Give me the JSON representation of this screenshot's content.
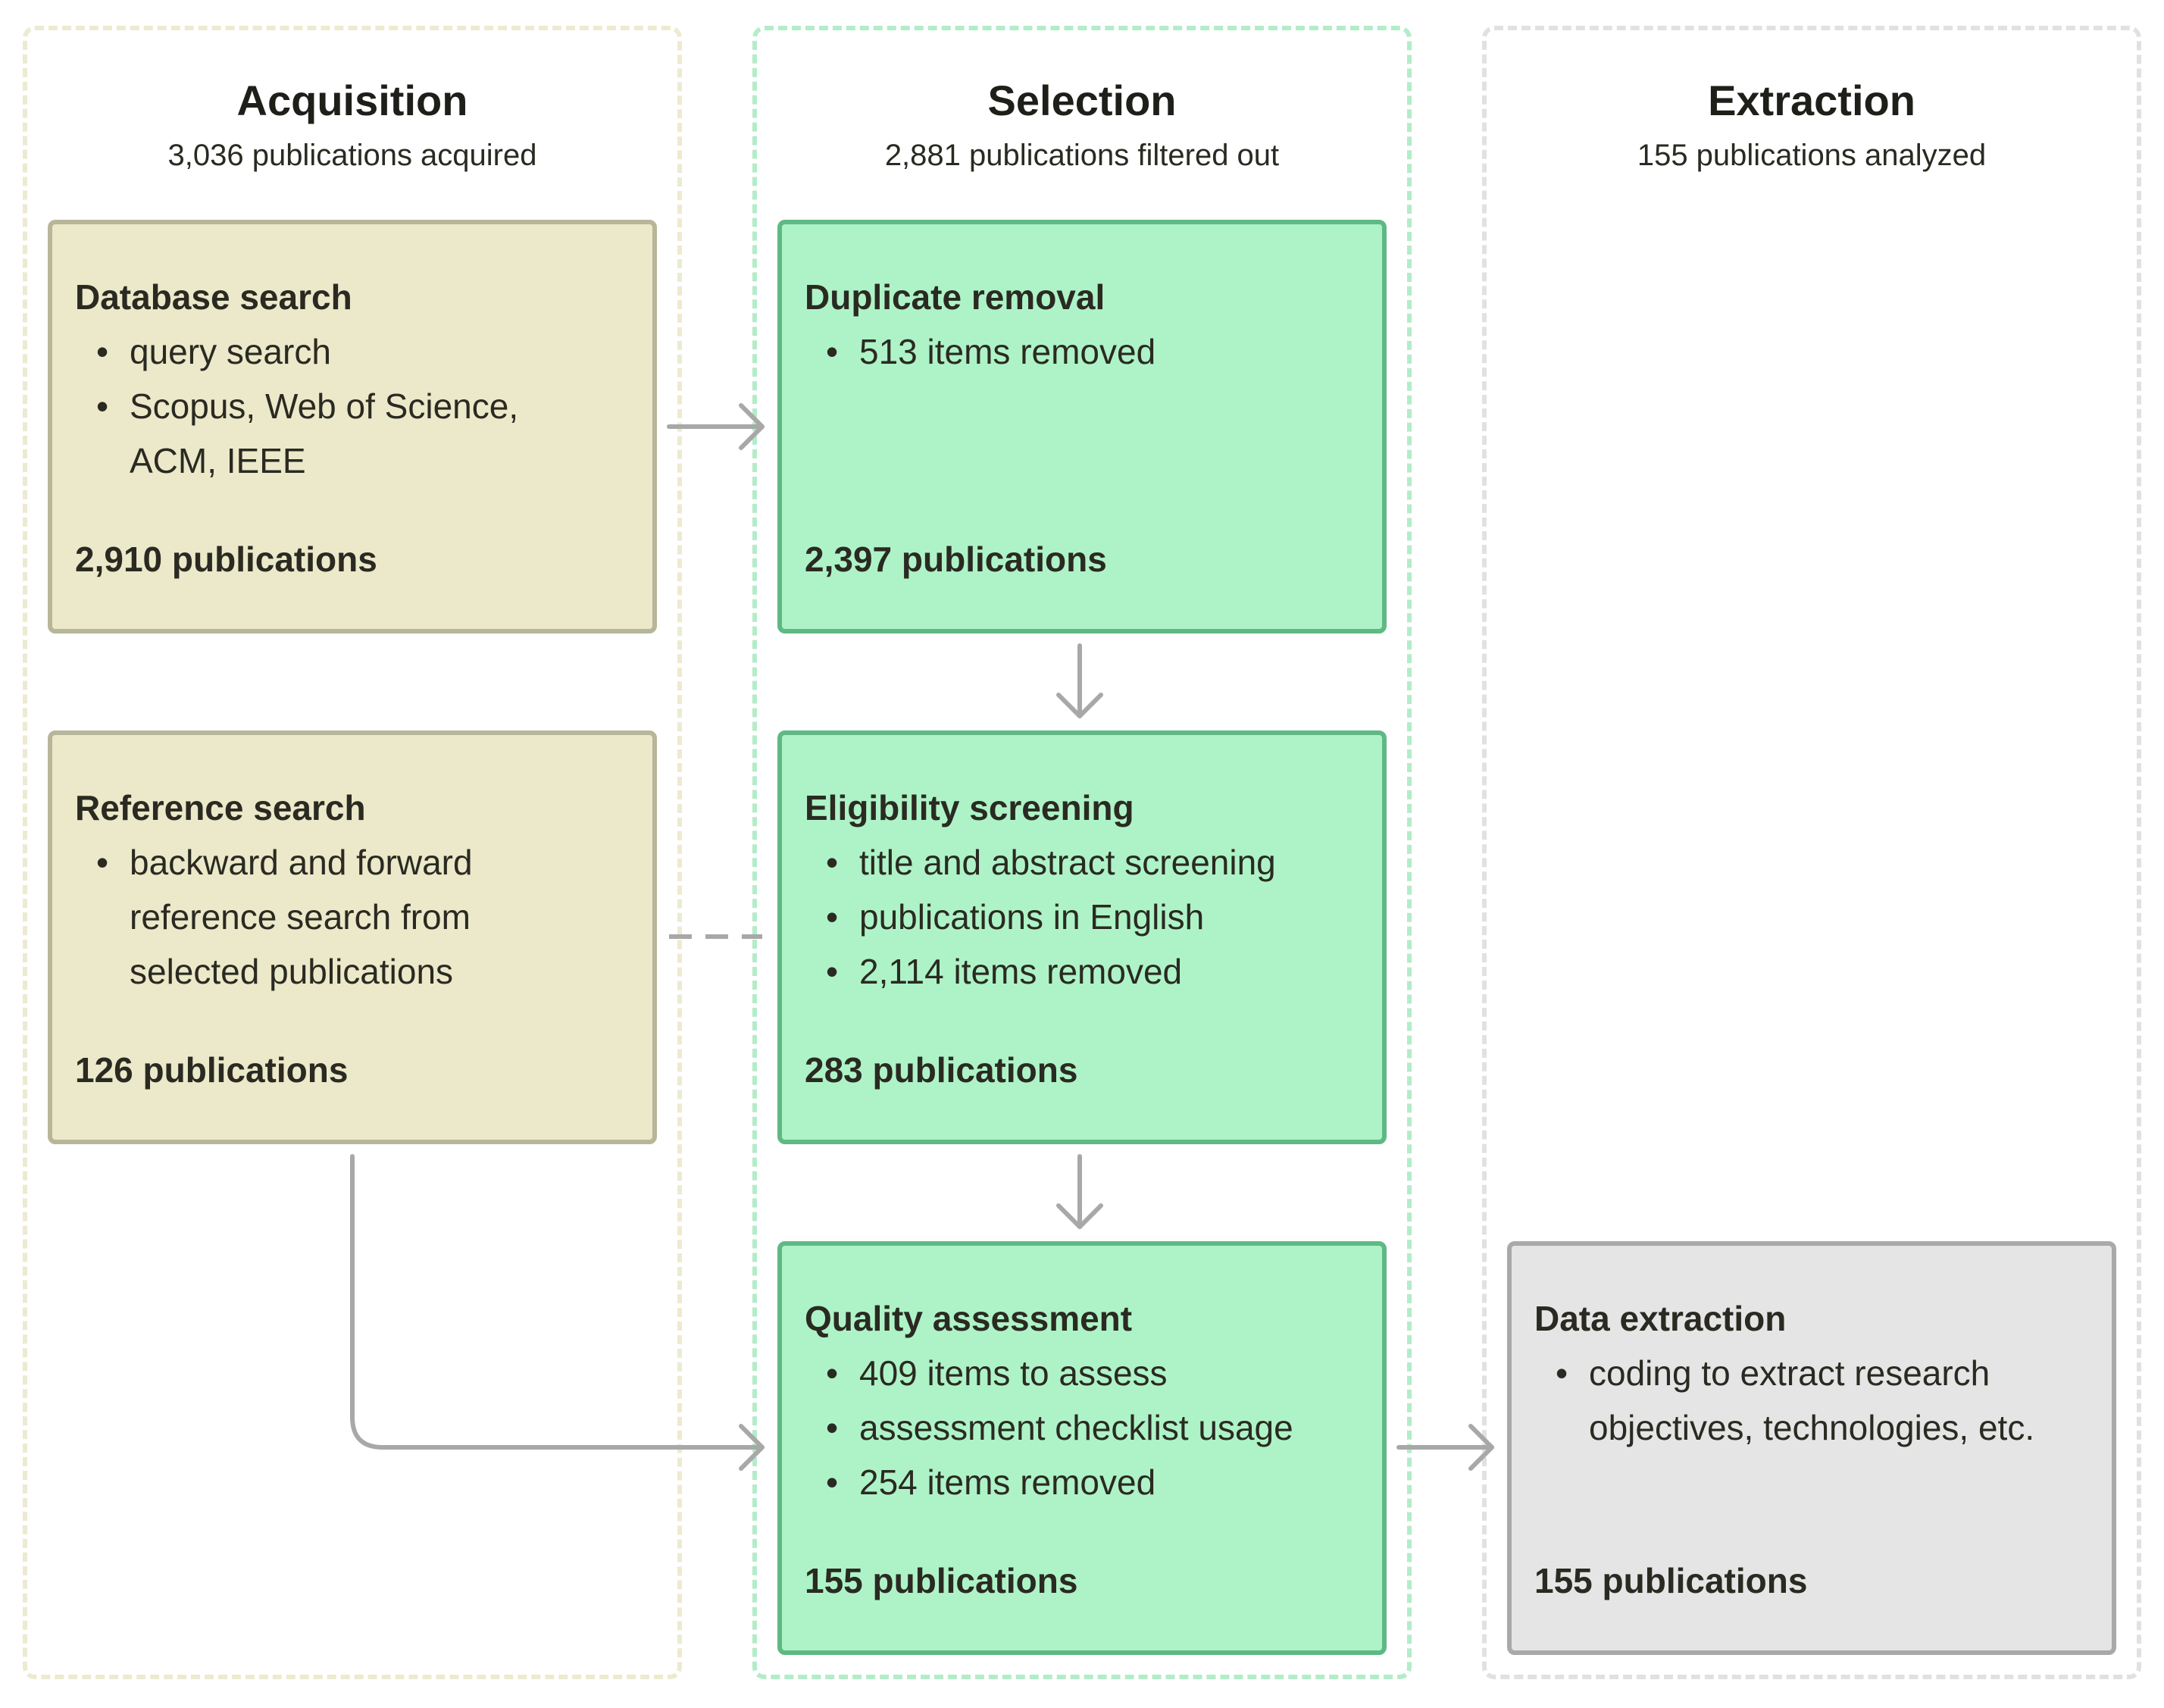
{
  "lanes": {
    "acquisition": {
      "title": "Acquisition",
      "subtitle": "3,036 publications acquired"
    },
    "selection": {
      "title": "Selection",
      "subtitle": "2,881 publications filtered out"
    },
    "extraction": {
      "title": "Extraction",
      "subtitle": "155 publications analyzed"
    }
  },
  "boxes": {
    "database_search": {
      "title": "Database search",
      "bullets": [
        "query search",
        "Scopus, Web of Science,",
        "ACM, IEEE"
      ],
      "count": "2,910 publications"
    },
    "reference_search": {
      "title": "Reference search",
      "bullets": [
        "backward and forward",
        "reference search from",
        "selected publications"
      ],
      "count": "126 publications"
    },
    "duplicate_removal": {
      "title": "Duplicate removal",
      "bullets": [
        "513 items removed"
      ],
      "count": "2,397 publications"
    },
    "eligibility_screening": {
      "title": "Eligibility screening",
      "bullets": [
        "title and abstract screening",
        "publications in English",
        "2,114 items removed"
      ],
      "count": "283 publications"
    },
    "quality_assessment": {
      "title": "Quality assessment",
      "bullets": [
        "409 items to assess",
        "assessment checklist usage",
        "254 items removed"
      ],
      "count": "155 publications"
    },
    "data_extraction": {
      "title": "Data extraction",
      "bullets": [
        "coding to extract research",
        "objectives, technologies, etc."
      ],
      "count": "155 publications"
    }
  },
  "colors": {
    "acquisition_fill": "#ebe9c9",
    "acquisition_border": "#b8b69a",
    "selection_fill": "#aef3c7",
    "selection_border": "#5fb985",
    "extraction_fill": "#e5e5e5",
    "extraction_border": "#a9a9a9",
    "arrow": "#a8a8a8"
  }
}
